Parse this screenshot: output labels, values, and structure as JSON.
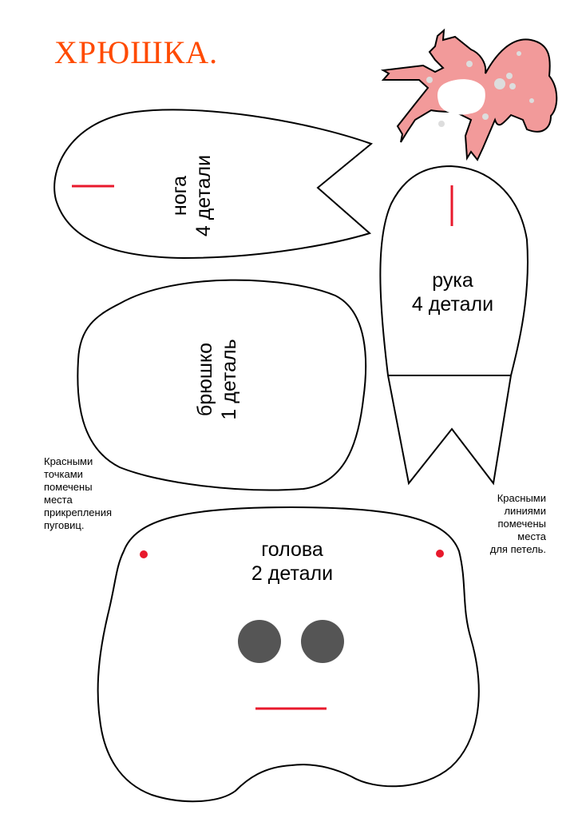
{
  "title": "ХРЮШКА.",
  "pieces": {
    "leg": {
      "name": "нога",
      "count": "4 детали"
    },
    "arm": {
      "name": "рука",
      "count": "4 детали"
    },
    "belly": {
      "name": "брюшко",
      "count": "1 деталь"
    },
    "head": {
      "name": "голова",
      "count": "2 детали"
    }
  },
  "notes": {
    "buttons": [
      "Красными",
      "точками",
      "помечены",
      "места",
      "прикрепления",
      "пуговиц."
    ],
    "loops": [
      "Красными",
      "линиями",
      "помечены",
      "места",
      "для петель."
    ]
  },
  "colors": {
    "title": "#ff4a00",
    "mark": "#e8192c",
    "eye": "#555555",
    "pig": "#f29a9a"
  }
}
